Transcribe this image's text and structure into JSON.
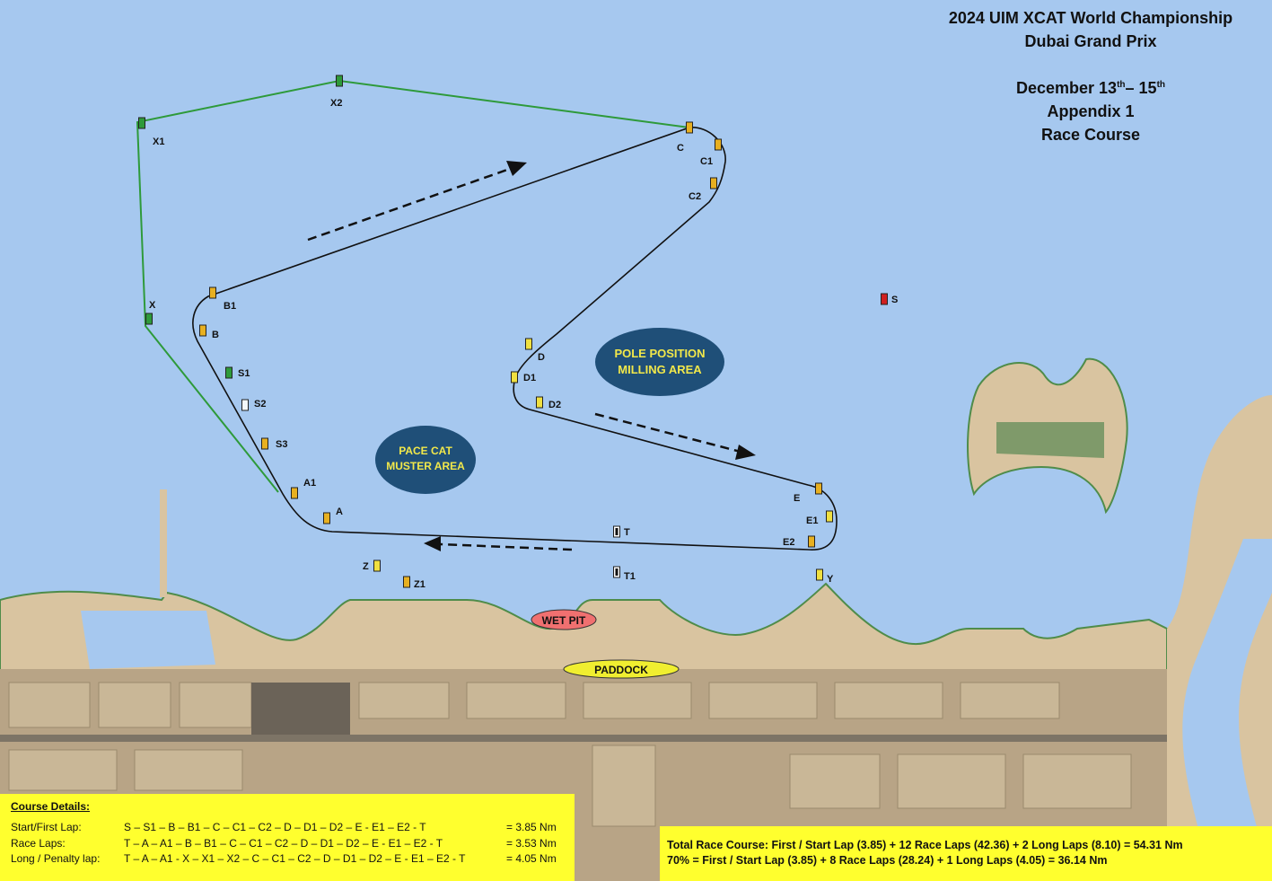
{
  "title": {
    "line1": "2024 UIM XCAT World Championship",
    "line2": "Dubai Grand Prix",
    "dates_prefix": "December 13",
    "dates_sup1": "th",
    "dates_mid": "– 15",
    "dates_sup2": "th",
    "line4": "Appendix 1",
    "line5": "Race Course"
  },
  "areas": {
    "pole": [
      "POLE POSITION",
      "MILLING AREA"
    ],
    "pace": [
      "PACE CAT",
      "MUSTER AREA"
    ],
    "wet_pit": "WET PIT",
    "paddock": "PADDOCK"
  },
  "buoys": [
    {
      "id": "X2",
      "color": "green"
    },
    {
      "id": "X1",
      "color": "green"
    },
    {
      "id": "X",
      "color": "green"
    },
    {
      "id": "C",
      "color": "orange"
    },
    {
      "id": "C1",
      "color": "orange"
    },
    {
      "id": "C2",
      "color": "orange"
    },
    {
      "id": "B1",
      "color": "orange"
    },
    {
      "id": "B",
      "color": "orange"
    },
    {
      "id": "S1",
      "color": "green"
    },
    {
      "id": "S2",
      "color": "white"
    },
    {
      "id": "S3",
      "color": "orange"
    },
    {
      "id": "A1",
      "color": "orange"
    },
    {
      "id": "A",
      "color": "orange"
    },
    {
      "id": "D",
      "color": "yellow"
    },
    {
      "id": "D1",
      "color": "yellow"
    },
    {
      "id": "D2",
      "color": "yellow"
    },
    {
      "id": "E",
      "color": "orange"
    },
    {
      "id": "E1",
      "color": "yellow"
    },
    {
      "id": "E2",
      "color": "orange"
    },
    {
      "id": "Y",
      "color": "yellow"
    },
    {
      "id": "Z",
      "color": "yellow"
    },
    {
      "id": "Z1",
      "color": "orange"
    },
    {
      "id": "T",
      "color": "checkered"
    },
    {
      "id": "T1",
      "color": "checkered"
    },
    {
      "id": "S",
      "color": "red"
    }
  ],
  "course_details": {
    "header": "Course Details:",
    "rows": [
      {
        "label": "Start/First Lap:",
        "sequence": "S – S1 – B – B1 – C – C1 – C2 – D – D1 – D2 – E - E1 – E2 - T",
        "distance": "= 3.85 Nm"
      },
      {
        "label": "Race Laps:",
        "sequence": "T – A – A1 – B – B1 – C – C1 – C2 – D – D1 – D2 – E - E1 – E2 - T",
        "distance": "= 3.53 Nm"
      },
      {
        "label": "Long / Penalty lap:",
        "sequence": "T – A – A1 - X – X1 – X2 – C – C1 – C2 – D – D1 – D2 – E - E1 – E2 - T",
        "distance": "= 4.05 Nm"
      }
    ]
  },
  "totals": {
    "line1": "Total Race Course: First / Start Lap (3.85) + 12 Race Laps (42.36) + 2 Long Laps (8.10) = 54.31 Nm",
    "line2": "70% = First / Start Lap (3.85) + 8 Race Laps (28.24) + 1 Long Laps (4.05) = 36.14 Nm"
  },
  "colors": {
    "water": "#a6c8ef",
    "sand": "#d9c4a0",
    "course_line": "#111111",
    "long_lap_line": "#2e9a3a",
    "area_fill": "#1f4f78",
    "area_text": "#f2e84a",
    "panel": "#ffff2e",
    "wet_pit": "#f07070",
    "paddock": "#f0ee30",
    "buoy_orange": "#e8b020",
    "buoy_yellow": "#f0e040",
    "buoy_green": "#2e9a3a",
    "buoy_red": "#d02020",
    "buoy_white": "#f4f8fb"
  }
}
